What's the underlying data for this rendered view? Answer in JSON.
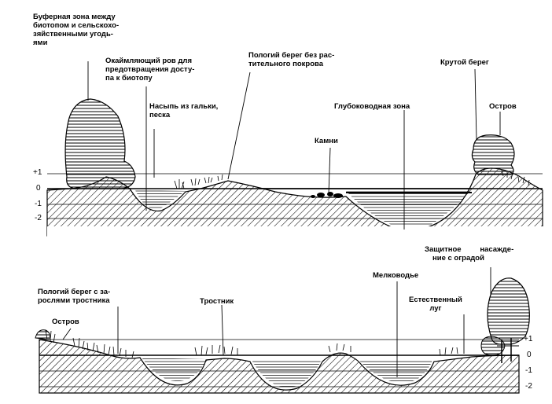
{
  "labels": {
    "buffer_zone": [
      "Буферная зона между",
      "биотопом и сельскохо-",
      "зяйственными    угодь-",
      "ями"
    ],
    "ditch": [
      "Окаймляющий ров для",
      "предотвращения досту-",
      "па к биотопу"
    ],
    "gravel": [
      "Насыпь из гальки,",
      "песка"
    ],
    "gentle_bank": [
      "Пологий берег без рас-",
      "тительного покрова"
    ],
    "deep_zone": "Глубоководная зона",
    "stones": "Камни",
    "steep_bank": "Крутой берег",
    "island_top": "Остров",
    "protective_planting": [
      "Защитное         насажде-",
      "ние с оградой"
    ],
    "shallows": "Мелководье",
    "natural_meadow": [
      "Естественный",
      "луг"
    ],
    "reed_bank": [
      "Пологий берег с за-",
      "рослями тростника"
    ],
    "reed": "Тростник",
    "island_bottom": "Остров"
  },
  "levels": {
    "top": [
      "+1",
      "0",
      "-1",
      "-2"
    ],
    "bottom": [
      "+1",
      "0",
      "-1",
      "-2"
    ]
  },
  "colors": {
    "ink": "#000000",
    "water_line": "#111111"
  }
}
